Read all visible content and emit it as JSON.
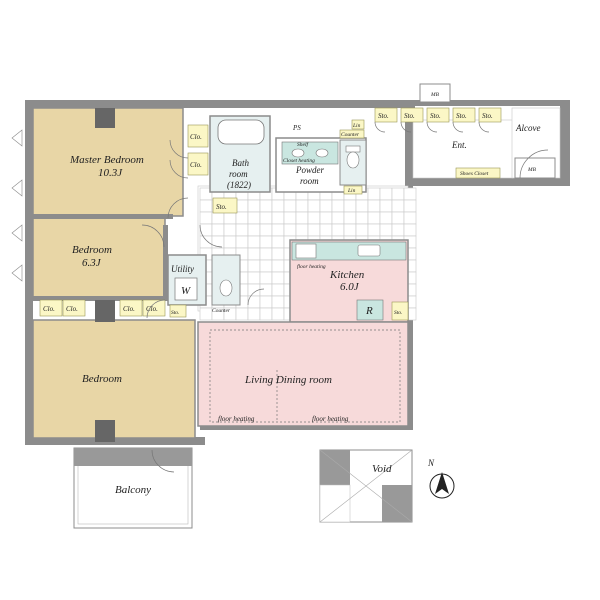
{
  "rooms": {
    "master_bedroom": {
      "name": "Master Bedroom",
      "size": "10.3J"
    },
    "bedroom_2": {
      "name": "Bedroom",
      "size": "6.3J"
    },
    "bedroom_3": {
      "name": "Bedroom"
    },
    "bath": {
      "line1": "Bath",
      "line2": "room",
      "line3": "(1822)"
    },
    "powder": {
      "line1": "Powder",
      "line2": "room"
    },
    "utility": {
      "name": "Utility",
      "washer": "W"
    },
    "kitchen": {
      "name": "Kitchen",
      "size": "6.0J",
      "fridge": "R"
    },
    "living": {
      "name": "Living Dining room"
    },
    "balcony": {
      "name": "Balcony"
    },
    "void": {
      "name": "Void"
    },
    "entrance": {
      "name": "Ent."
    },
    "alcove": {
      "name": "Alcove"
    }
  },
  "storage": {
    "clo": "Clo.",
    "sto": "Sto.",
    "lin": "Lin",
    "shoes_closet": "Shoes Closet",
    "ps": "PS",
    "mb": "MB",
    "counter": "Counter",
    "shelf": "Shelf"
  },
  "notes": {
    "floor_heating": "floor heating",
    "closet_heating": "Closet heating"
  },
  "compass": {
    "north": "N"
  },
  "colors": {
    "bedroom_floor": "#e8d6a6",
    "living_floor": "#f7dada",
    "kitchen_counter": "#c9e6e0",
    "storage": "#fbf7c6",
    "wall": "#8c8c8c"
  }
}
